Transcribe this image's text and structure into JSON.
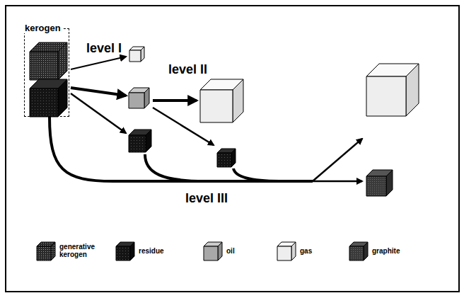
{
  "diagram": {
    "nodes": [
      {
        "text": [
          "kerogen"
        ]
      }
    ],
    "labels": [
      "level I",
      "level II",
      "level III"
    ],
    "legend": [
      {
        "text": "generative kerogen"
      },
      {
        "text": "residue"
      },
      {
        "text": "oil"
      },
      {
        "text": "gas"
      },
      {
        "text": "graphite"
      }
    ]
  }
}
